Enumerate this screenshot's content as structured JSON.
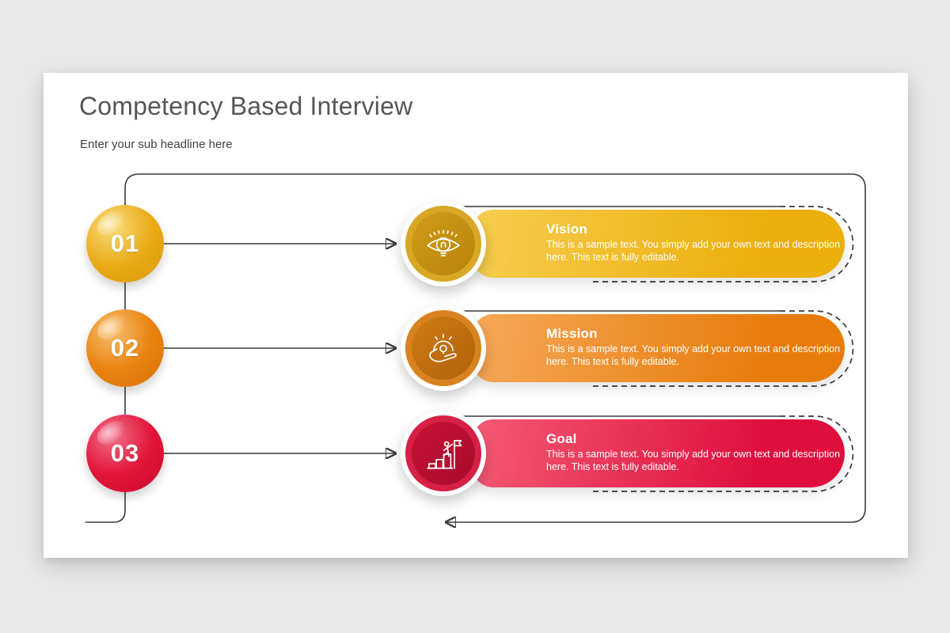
{
  "slide": {
    "title": "Competency Based Interview",
    "subtitle": "Enter your sub headline here"
  },
  "colors": {
    "bg": "#e8e8e8",
    "slide_bg": "#ffffff",
    "line": "#3a3a3a",
    "title_text": "#55565a",
    "subtitle_text": "#3f3f3f",
    "card_text": "#ffffff"
  },
  "items": [
    {
      "number": "01",
      "title": "Vision",
      "description": "This is a sample text. You simply add your own text and description here. This text is fully editable.",
      "icon": "eye-lightbulb-icon",
      "colors": {
        "pill_from": "#f7cd4f",
        "pill_to": "#ecae0a",
        "ring": "#d8a825",
        "inner_from": "#d09c18",
        "inner_to": "#b8830a",
        "num_hi": "#f9dd7d",
        "num_base": "#eaaa16",
        "num_edge": "#d9990c"
      }
    },
    {
      "number": "02",
      "title": "Mission",
      "description": "This is a sample text. You simply add your own text and description here. This text is fully editable.",
      "icon": "hand-offering-icon",
      "colors": {
        "pill_from": "#f5a858",
        "pill_to": "#e87c0b",
        "ring": "#d8831f",
        "inner_from": "#cd7c15",
        "inner_to": "#b1620a",
        "num_hi": "#f7bf6e",
        "num_base": "#e9820f",
        "num_edge": "#d77108"
      }
    },
    {
      "number": "03",
      "title": "Goal",
      "description": "This is a sample text. You simply add your own text and description here. This text is fully editable.",
      "icon": "flag-on-steps-icon",
      "colors": {
        "pill_from": "#f45a73",
        "pill_to": "#de0f3d",
        "ring": "#d62044",
        "inner_from": "#c91137",
        "inner_to": "#a60c2c",
        "num_hi": "#f16d88",
        "num_base": "#e21439",
        "num_edge": "#c90c2f"
      }
    }
  ]
}
